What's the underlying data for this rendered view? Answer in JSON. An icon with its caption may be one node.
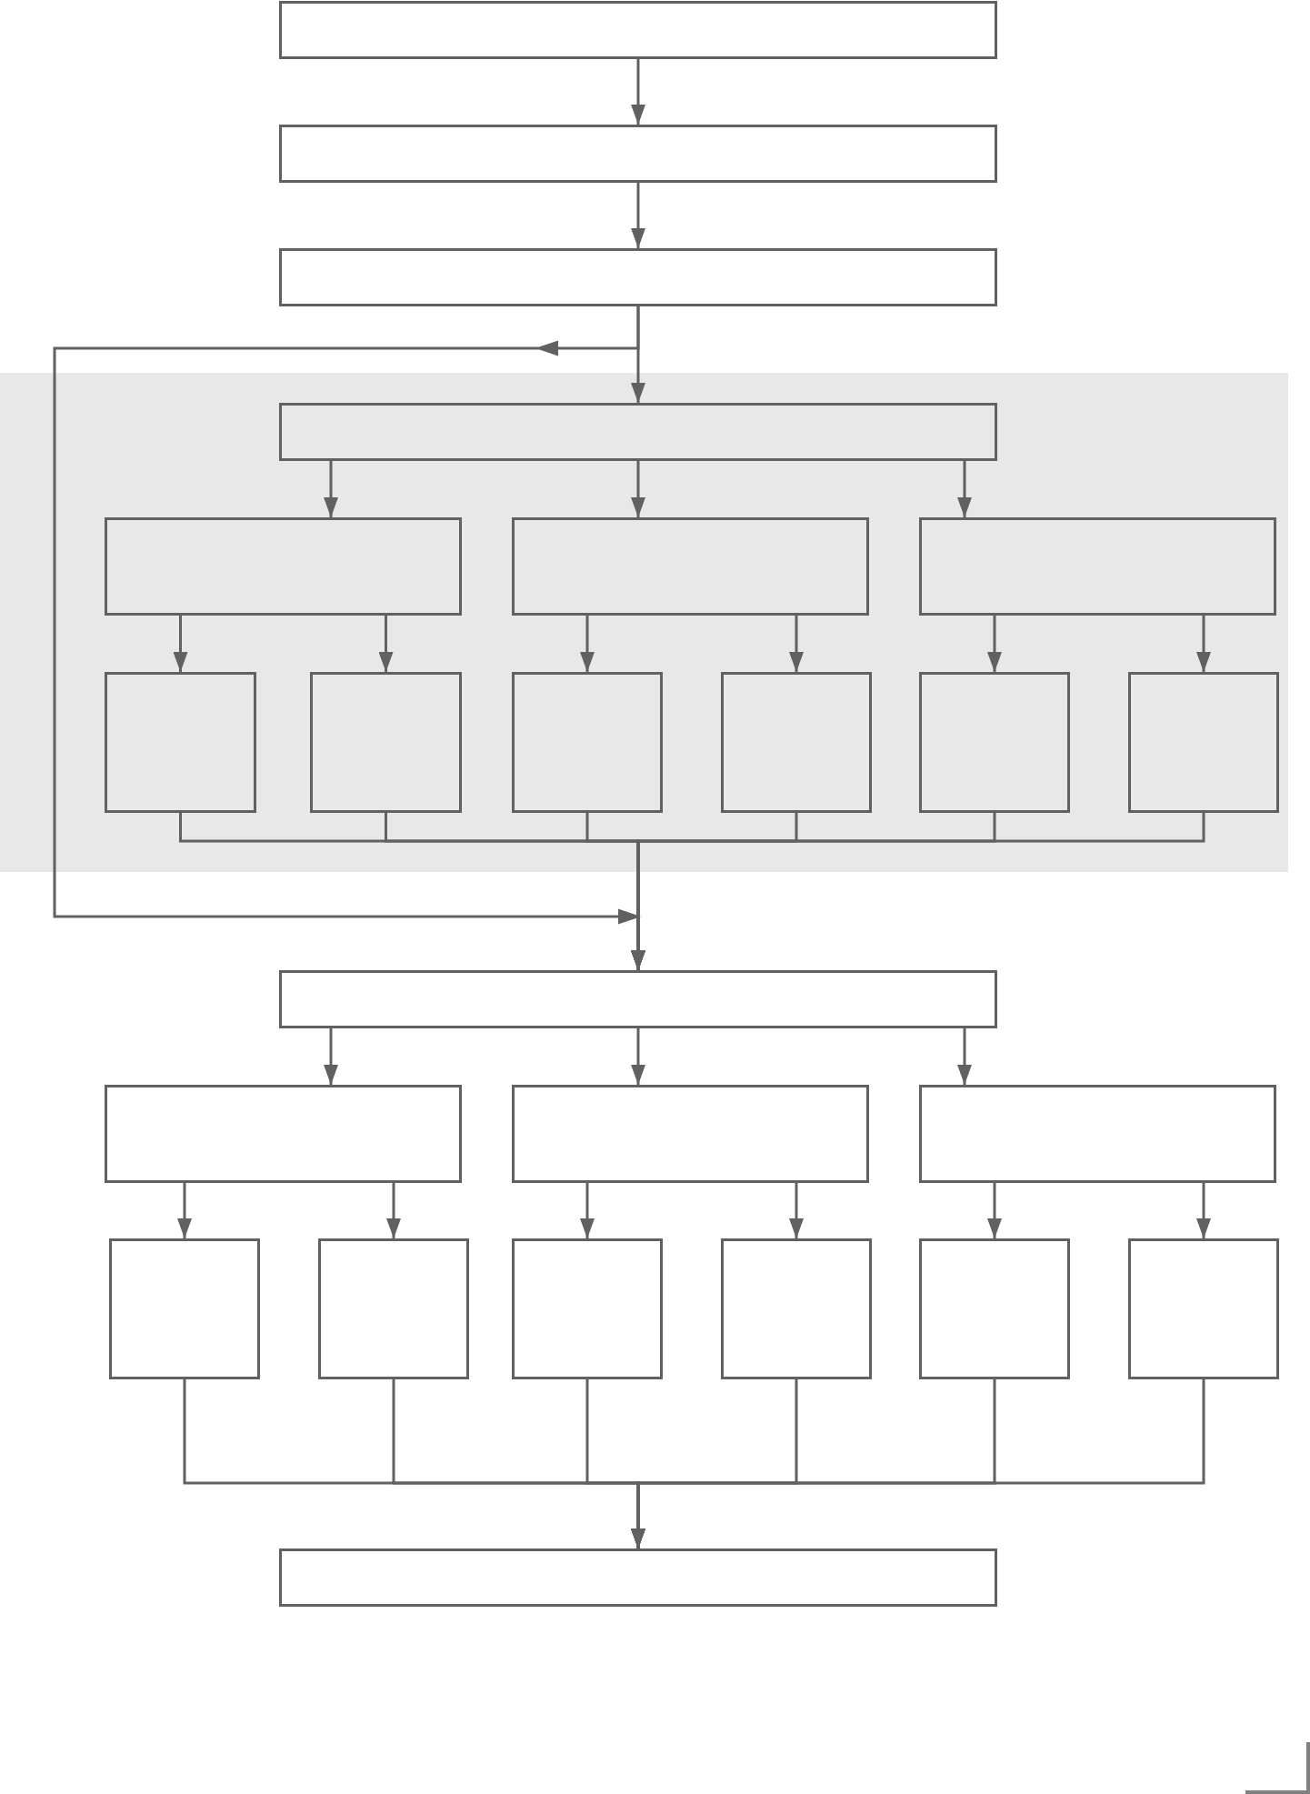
{
  "diagram": {
    "nodes": [
      {
        "text": [],
        "shape": "box"
      },
      {
        "text": [],
        "shape": "box"
      },
      {
        "text": [],
        "shape": "box"
      },
      {
        "text": [],
        "shape": "box"
      },
      {
        "text": [],
        "shape": "box"
      },
      {
        "text": [],
        "shape": "box"
      },
      {
        "text": [],
        "shape": "box"
      },
      {
        "text": [],
        "shape": "box"
      },
      {
        "text": [],
        "shape": "box"
      },
      {
        "text": [],
        "shape": "box"
      },
      {
        "text": [],
        "shape": "box"
      },
      {
        "text": [],
        "shape": "box"
      },
      {
        "text": [],
        "shape": "box"
      },
      {
        "text": [],
        "shape": "box"
      },
      {
        "text": [],
        "shape": "box"
      },
      {
        "text": [],
        "shape": "box"
      },
      {
        "text": [],
        "shape": "box"
      },
      {
        "text": [],
        "shape": "box"
      },
      {
        "text": [],
        "shape": "box"
      },
      {
        "text": [],
        "shape": "box"
      },
      {
        "text": [],
        "shape": "box"
      },
      {
        "text": [],
        "shape": "box"
      },
      {
        "text": [],
        "shape": "box"
      },
      {
        "text": [],
        "shape": "box"
      }
    ],
    "edges": [
      {
        "from": 0,
        "to": 1,
        "arrow": "to"
      },
      {
        "from": 1,
        "to": 2,
        "arrow": "to"
      },
      {
        "from": 2,
        "to": 3,
        "arrow": "to"
      },
      {
        "from": 3,
        "to": 4,
        "arrow": "to"
      },
      {
        "from": 3,
        "to": 5,
        "arrow": "to"
      },
      {
        "from": 3,
        "to": 6,
        "arrow": "to"
      },
      {
        "from": 4,
        "to": 7,
        "arrow": "to"
      },
      {
        "from": 4,
        "to": 8,
        "arrow": "to"
      },
      {
        "from": 5,
        "to": 9,
        "arrow": "to"
      },
      {
        "from": 5,
        "to": 10,
        "arrow": "to"
      },
      {
        "from": 6,
        "to": 11,
        "arrow": "to"
      },
      {
        "from": 6,
        "to": 12,
        "arrow": "to"
      },
      {
        "from": 7,
        "to": 13,
        "arrow": "to"
      },
      {
        "from": 8,
        "to": 13,
        "arrow": "to"
      },
      {
        "from": 9,
        "to": 13,
        "arrow": "to"
      },
      {
        "from": 10,
        "to": 13,
        "arrow": "to"
      },
      {
        "from": 11,
        "to": 13,
        "arrow": "to"
      },
      {
        "from": 12,
        "to": 13,
        "arrow": "to"
      },
      {
        "from": 2,
        "to": 13,
        "arrow": "to"
      },
      {
        "from": 13,
        "to": 14,
        "arrow": "to"
      },
      {
        "from": 13,
        "to": 15,
        "arrow": "to"
      },
      {
        "from": 13,
        "to": 16,
        "arrow": "to"
      },
      {
        "from": 14,
        "to": 17,
        "arrow": "to"
      },
      {
        "from": 14,
        "to": 18,
        "arrow": "to"
      },
      {
        "from": 15,
        "to": 19,
        "arrow": "to"
      },
      {
        "from": 15,
        "to": 20,
        "arrow": "to"
      },
      {
        "from": 16,
        "to": 21,
        "arrow": "to"
      },
      {
        "from": 16,
        "to": 22,
        "arrow": "to"
      },
      {
        "from": 17,
        "to": 23,
        "arrow": "to"
      },
      {
        "from": 18,
        "to": 23,
        "arrow": "to"
      },
      {
        "from": 19,
        "to": 23,
        "arrow": "to"
      },
      {
        "from": 20,
        "to": 23,
        "arrow": "to"
      },
      {
        "from": 21,
        "to": 23,
        "arrow": "to"
      },
      {
        "from": 22,
        "to": 23,
        "arrow": "to"
      }
    ]
  }
}
